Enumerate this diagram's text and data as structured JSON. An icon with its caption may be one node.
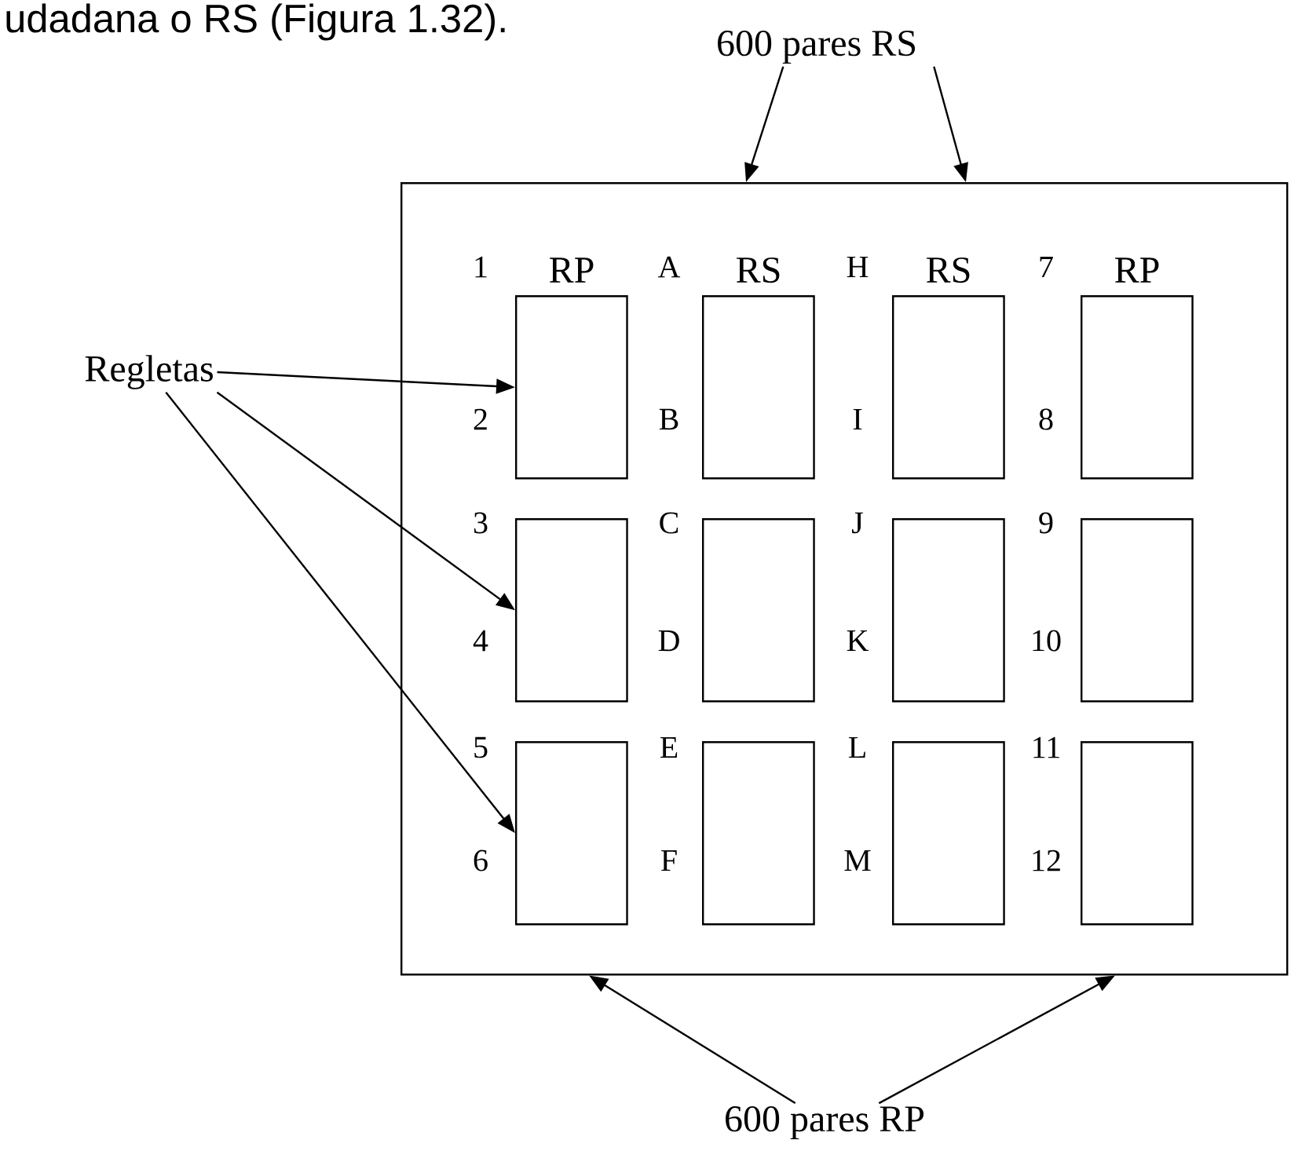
{
  "diagram": {
    "nodes": [
      {
        "text": [
          "600 pares RS"
        ]
      },
      {
        "text": [],
        "shape": "box"
      },
      {
        "text": [
          "Regletas"
        ]
      },
      {
        "text": [],
        "shape": "box",
        "in": 1
      },
      {
        "text": [],
        "shape": "box",
        "in": 1
      },
      {
        "text": [],
        "shape": "box",
        "in": 1
      },
      {
        "text": [],
        "shape": "box",
        "in": 1
      },
      {
        "text": [],
        "shape": "box",
        "in": 1
      },
      {
        "text": [],
        "shape": "box",
        "in": 1
      },
      {
        "text": [],
        "shape": "box",
        "in": 1
      },
      {
        "text": [],
        "shape": "box",
        "in": 1
      },
      {
        "text": [],
        "shape": "box",
        "in": 1
      },
      {
        "text": [],
        "shape": "box",
        "in": 1
      },
      {
        "text": [],
        "shape": "box",
        "in": 1
      },
      {
        "text": [],
        "shape": "box",
        "in": 1
      },
      {
        "text": [
          "600 pares RP"
        ]
      }
    ],
    "edges": [
      {
        "from": 0,
        "to": 1,
        "arrow": "to"
      },
      {
        "from": 0,
        "to": 1,
        "arrow": "to"
      },
      {
        "from": 2,
        "to": 3,
        "arrow": "to"
      },
      {
        "from": 2,
        "to": 7,
        "arrow": "to"
      },
      {
        "from": 2,
        "to": 11,
        "arrow": "to"
      },
      {
        "from": 15,
        "to": 1,
        "arrow": "to"
      },
      {
        "from": 15,
        "to": 1,
        "arrow": "to"
      }
    ],
    "labels": [
      "udadana o RS (Figura 1.32).",
      "1",
      "RP",
      "A",
      "RS",
      "H",
      "RS",
      "7",
      "RP",
      "2",
      "B",
      "I",
      "8",
      "3",
      "C",
      "J",
      "9",
      "4",
      "D",
      "K",
      "10",
      "5",
      "E",
      "L",
      "11",
      "6",
      "F",
      "M",
      "12"
    ]
  }
}
